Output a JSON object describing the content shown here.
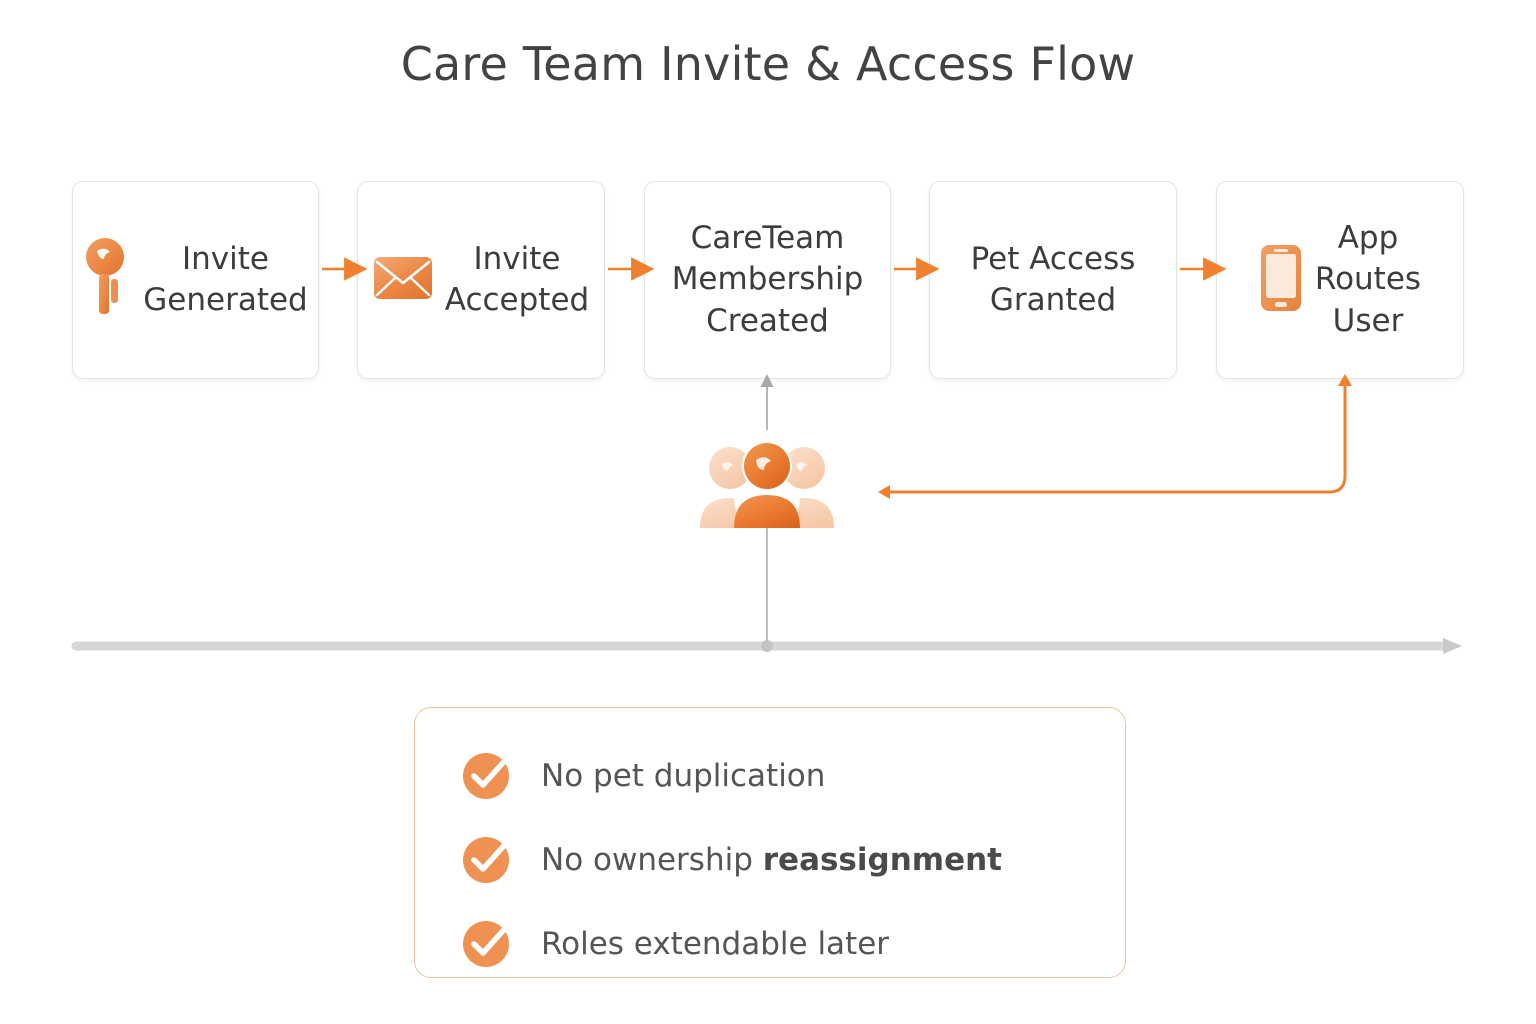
{
  "page": {
    "title": "Care Team Invite & Access Flow",
    "background": "#ffffff"
  },
  "colors": {
    "accent_orange": "#ef9153",
    "arrow_orange": "#f0802e",
    "title_text": "#434343",
    "card_text": "#3d3d3d",
    "note_text": "#555555",
    "card_border": "#e4e4e4",
    "panel_border": "#f3c29c",
    "timeline_gray": "#d7d7d7",
    "connector_gray": "#b0b0b0"
  },
  "flow": {
    "steps": [
      {
        "id": "invite-generated",
        "label": "Invite\nGenerated",
        "icon": "key-icon",
        "has_icon": true
      },
      {
        "id": "invite-accepted",
        "label": "Invite\nAccepted",
        "icon": "envelope-icon",
        "has_icon": true
      },
      {
        "id": "careteam-membership-created",
        "label": "CareTeam\nMembership\nCreated",
        "icon": "",
        "has_icon": false
      },
      {
        "id": "pet-access-granted",
        "label": "Pet Access\nGranted",
        "icon": "",
        "has_icon": false
      },
      {
        "id": "app-routes-user",
        "label": "App\nRoutes\nUser",
        "icon": "phone-icon",
        "has_icon": true
      }
    ],
    "connector_icon": "arrow-right-icon",
    "connector_count": 4
  },
  "group": {
    "icon": "people-group-icon",
    "uplink_icon": "arrow-up-icon",
    "loopback_icon": "arrow-left-icon"
  },
  "timeline": {
    "icon": "timeline-arrow-icon",
    "node_icon": "timeline-node-icon"
  },
  "notes": {
    "items": [
      {
        "icon": "check-circle-icon",
        "text": "No pet duplication",
        "text_plain": "No pet duplication",
        "emphasis": ""
      },
      {
        "icon": "check-circle-icon",
        "text": "No ownership ",
        "text_plain": "No ownership reassignment",
        "emphasis": "reassignment"
      },
      {
        "icon": "check-circle-icon",
        "text": "Roles extendable later",
        "text_plain": "Roles extendable later",
        "emphasis": ""
      }
    ]
  }
}
